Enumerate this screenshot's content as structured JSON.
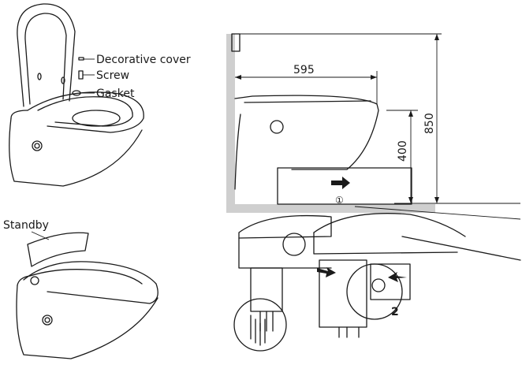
{
  "labels": {
    "decorative_cover": "Decorative cover",
    "screw": "Screw",
    "gasket": "Gasket",
    "standby": "Standby"
  },
  "dimensions": {
    "width": "595",
    "height_total": "850",
    "height_seat": "400"
  },
  "markers": {
    "circled_one": "①",
    "step_two": "2"
  }
}
